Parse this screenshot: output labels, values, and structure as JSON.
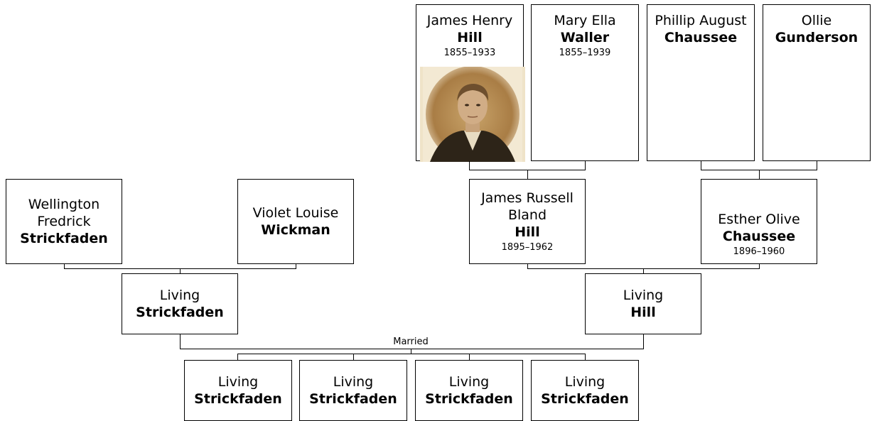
{
  "tree": {
    "grandparents": {
      "james_henry_hill": {
        "given": "James Henry",
        "surname": "Hill",
        "dates": "1855–1933"
      },
      "mary_ella_waller": {
        "given": "Mary Ella",
        "surname": "Waller",
        "dates": "1855–1939"
      },
      "phillip_august_chaussee": {
        "given": "Phillip August",
        "surname": "Chaussee"
      },
      "ollie_gunderson": {
        "given": "Ollie",
        "surname": "Gunderson"
      }
    },
    "parents": {
      "wellington_fredrick_strickfaden": {
        "given_line1": "Wellington",
        "given_line2": "Fredrick",
        "surname": "Strickfaden"
      },
      "violet_louise_wickman": {
        "given": "Violet Louise",
        "surname": "Wickman"
      },
      "james_russell_bland_hill": {
        "given_line1": "James Russell",
        "given_line2": "Bland",
        "surname": "Hill",
        "dates": "1895–1962"
      },
      "esther_olive_chaussee": {
        "given": "Esther Olive",
        "surname": "Chaussee",
        "dates": "1896–1960"
      }
    },
    "couple": {
      "living_strickfaden": {
        "given": "Living",
        "surname": "Strickfaden"
      },
      "living_hill": {
        "given": "Living",
        "surname": "Hill"
      },
      "married_label": "Married"
    },
    "children": [
      {
        "given": "Living",
        "surname": "Strickfaden"
      },
      {
        "given": "Living",
        "surname": "Strickfaden"
      },
      {
        "given": "Living",
        "surname": "Strickfaden"
      },
      {
        "given": "Living",
        "surname": "Strickfaden"
      }
    ]
  }
}
